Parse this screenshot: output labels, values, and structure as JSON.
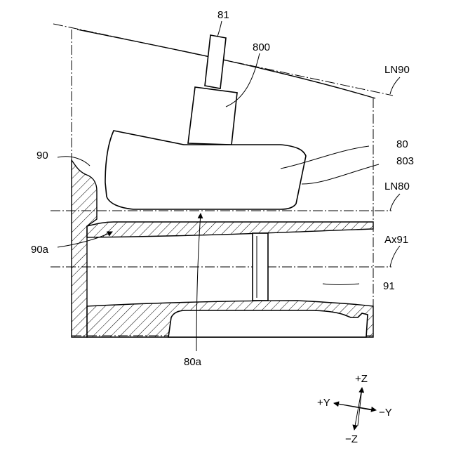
{
  "labels": {
    "l81": "81",
    "l800": "800",
    "lLN90": "LN90",
    "l90": "90",
    "l80": "80",
    "l803": "803",
    "lLN80": "LN80",
    "l90a": "90a",
    "lAx91": "Ax91",
    "l91": "91",
    "l80a": "80a"
  },
  "axes": {
    "pz": "+Z",
    "nz": "−Z",
    "py": "+Y",
    "ny": "−Y"
  }
}
